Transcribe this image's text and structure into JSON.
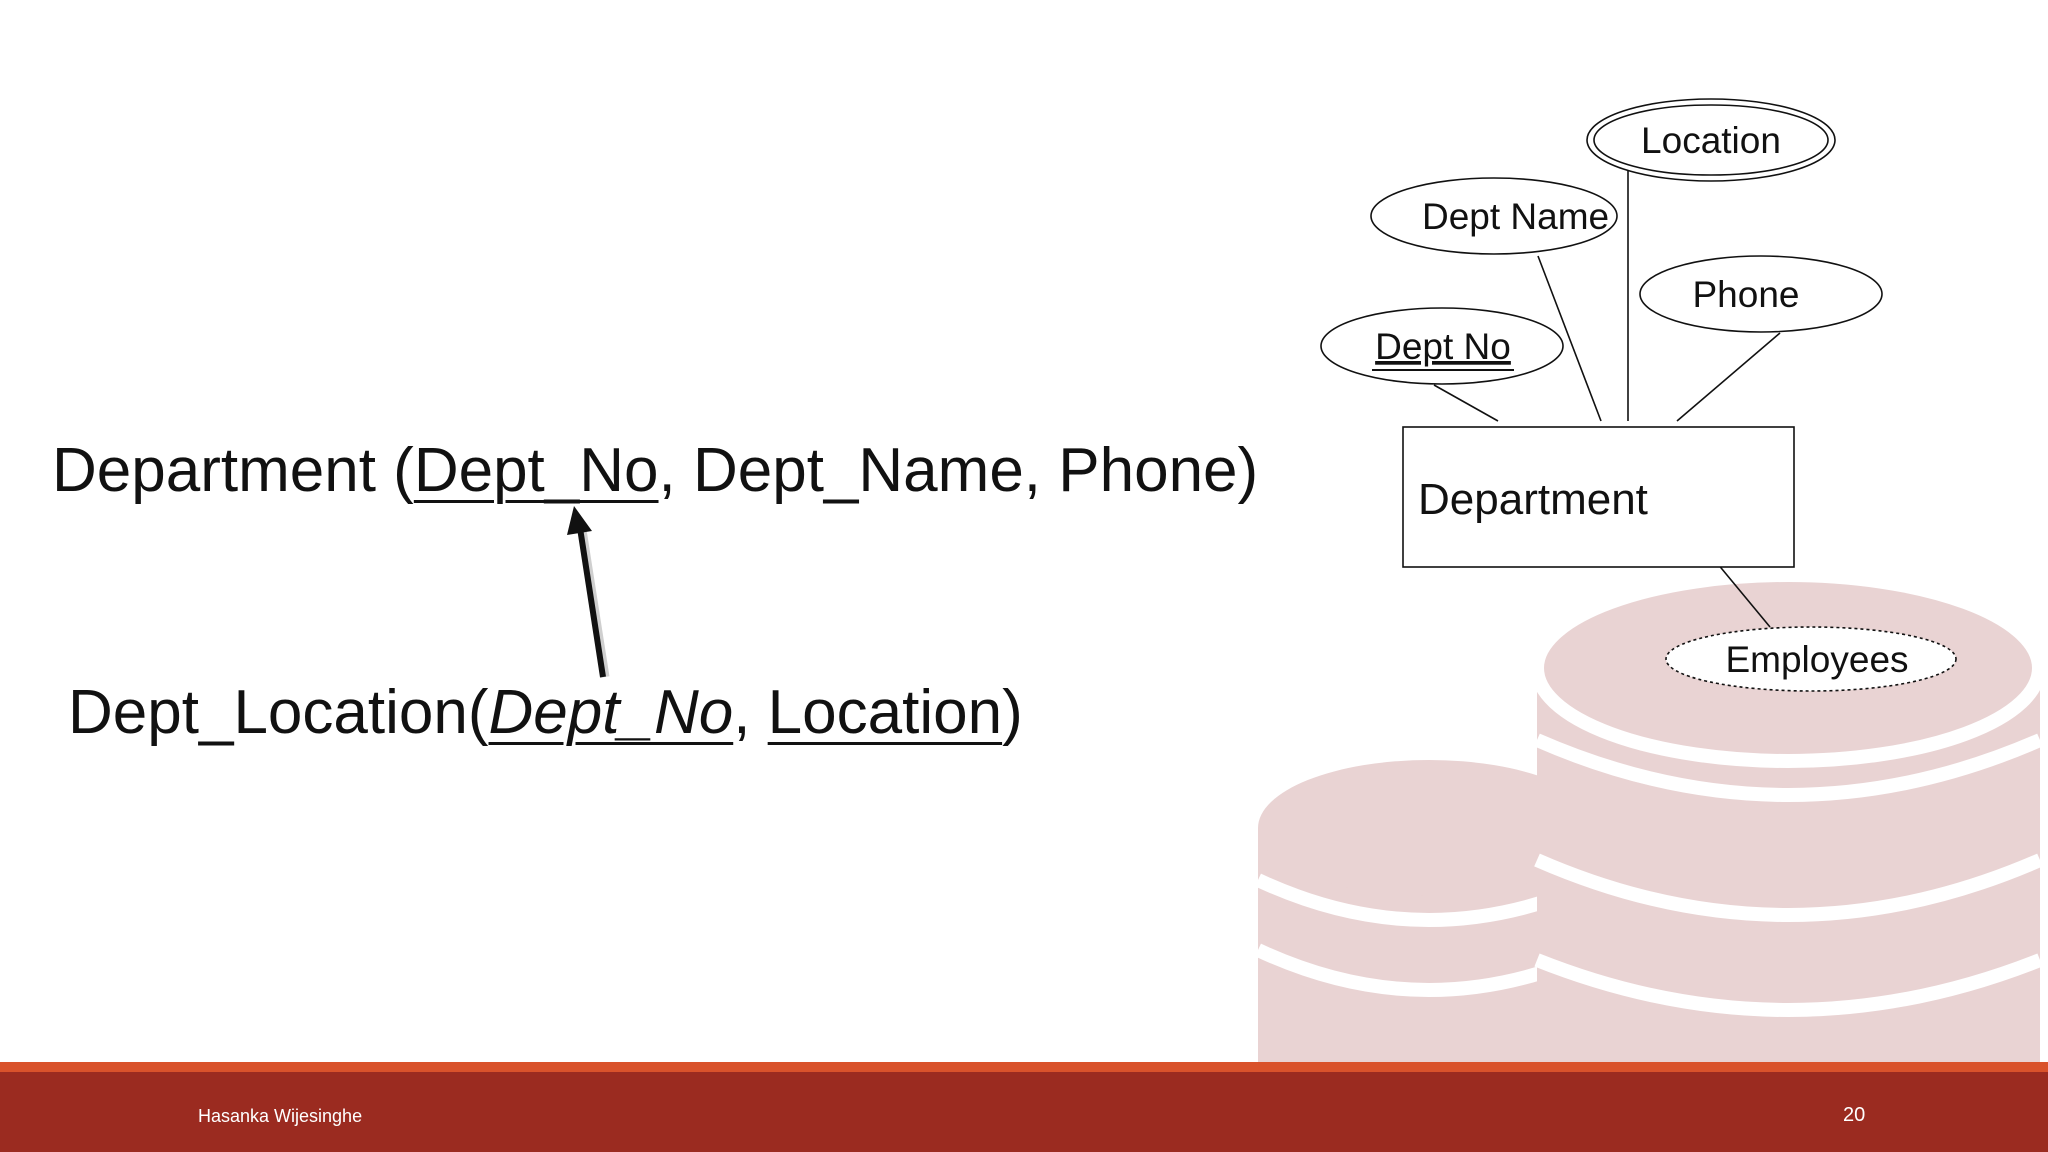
{
  "relations": {
    "department": {
      "name": "Department",
      "open": " (",
      "pk": "Dept_No",
      "rest": ", Dept_Name, Phone",
      "close": ")"
    },
    "dept_location": {
      "name": "Dept_Location",
      "open": "(",
      "fk": "Dept_No",
      "sep": ", ",
      "pk2": "Location",
      "close": ")"
    }
  },
  "er": {
    "entity": "Department",
    "attributes": {
      "location": "Location",
      "dept_name": "Dept Name",
      "phone": "Phone",
      "dept_no": "Dept No",
      "employees": "Employees"
    }
  },
  "footer": {
    "author": "Hasanka Wijesinghe",
    "page": "20"
  },
  "colors": {
    "footer_bar": "#9b2b20",
    "footer_accent": "#d9522b",
    "decor": "#e9d3d3"
  }
}
